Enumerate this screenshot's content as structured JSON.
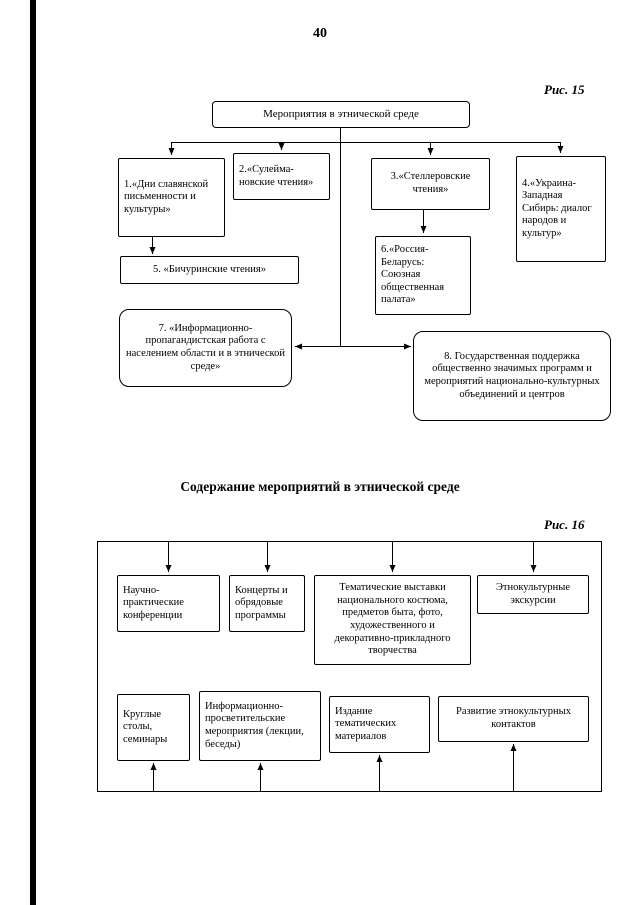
{
  "page": {
    "number": "40"
  },
  "fig15": {
    "caption": "Рис. 15",
    "root_label": "Мероприятия в этнической среде",
    "items": [
      "1.«Дни славянской письменности и культуры»",
      "2.«Сулейма-новские чтения»",
      "3.«Стеллеровские чтения»",
      "4.«Украина-Западная Сибирь: диалог народов и культур»",
      "5. «Бичуринские чтения»",
      "6.«Россия-Беларусь: Союзная общественная палата»",
      "7. «Информационно-пропагандистская работа с населением области и в этнической среде»",
      "8. Государственная поддержка общественно значимых программ и мероприятий национально-культурных объединений и центров"
    ]
  },
  "fig16": {
    "caption": "Рис. 16",
    "title": "Содержание мероприятий в этнической среде",
    "top_row": [
      "Научно-практические конференции",
      "Концерты и обрядовые программы",
      "Тематические выставки национального костюма, предметов быта, фото, художественного и декоративно-прикладного творчества",
      "Этнокультурные экскурсии"
    ],
    "bottom_row": [
      "Круглые столы, семинары",
      "Информационно-просветительские мероприятия (лекции, беседы)",
      "Издание тематических материалов",
      "Развитие этнокультурных контактов"
    ]
  }
}
